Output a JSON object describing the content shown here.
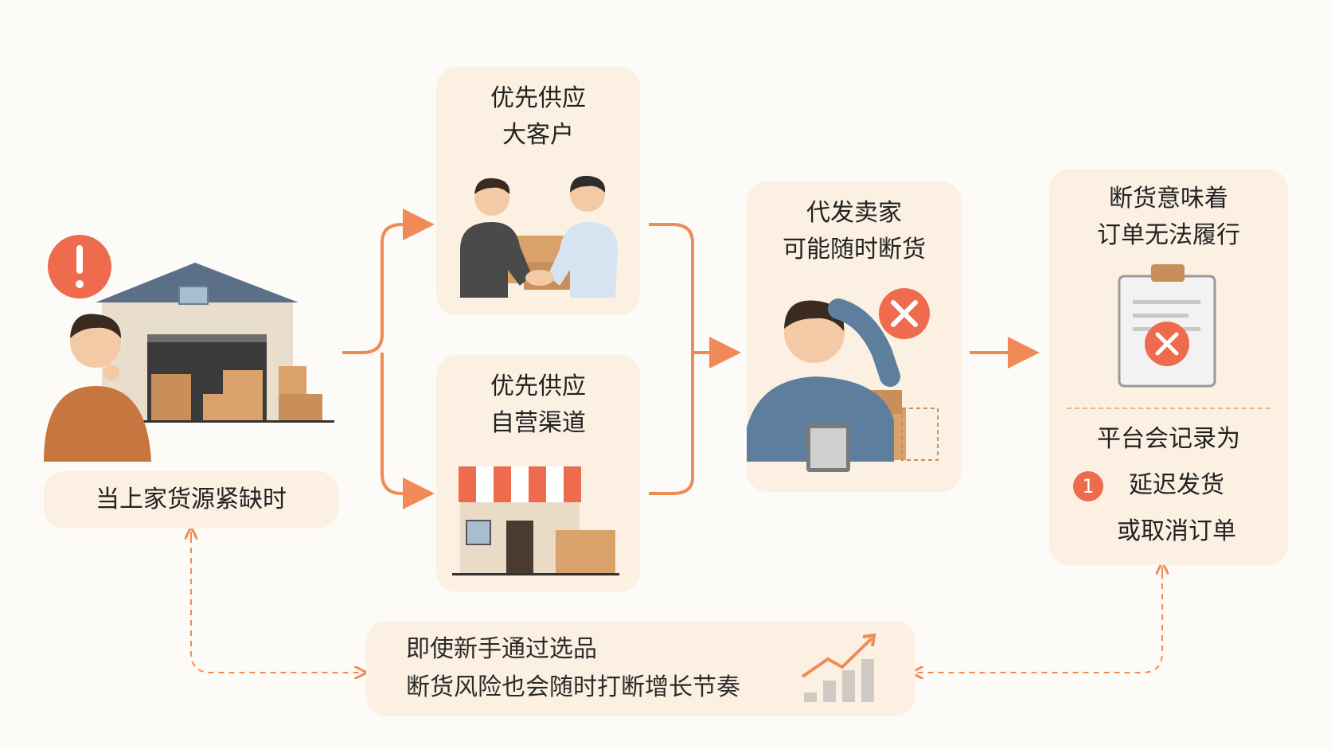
{
  "start": {
    "label": "当上家货源紧缺时"
  },
  "branch_top": {
    "line1": "优先供应",
    "line2": "大客户"
  },
  "branch_bottom": {
    "line1": "优先供应",
    "line2": "自营渠道"
  },
  "middle": {
    "line1": "代发卖家",
    "line2": "可能随时断货"
  },
  "result": {
    "line1": "断货意味着",
    "line2": "订单无法履行",
    "sub1": "平台会记录为",
    "badge": "1",
    "sub2": "延迟发货",
    "sub3": "或取消订单"
  },
  "bottom_note": {
    "line1": "即使新手通过选品",
    "line2": "断货风险也会随时打断增长节奏"
  },
  "colors": {
    "accent": "#ee6b4d",
    "card": "#fbf0e2",
    "arrow": "#f08a57"
  }
}
